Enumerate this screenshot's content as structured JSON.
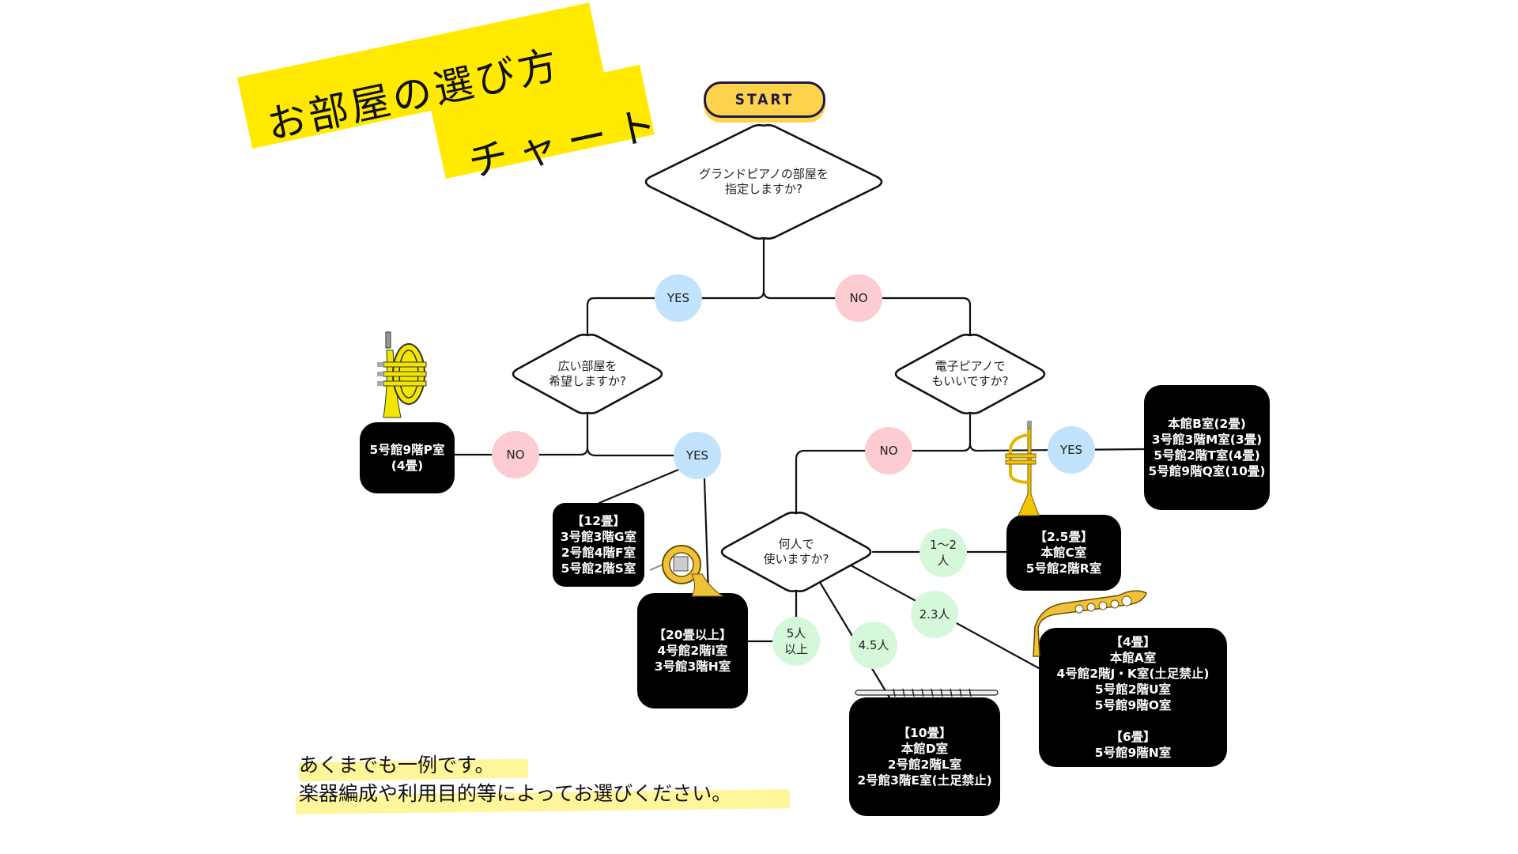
{
  "title": {
    "line1": "お部屋の選び方",
    "line2": "チャート",
    "banner_color": "#ffea00"
  },
  "start": {
    "label": "START",
    "color": "#fdd24d",
    "border": "#1d1b3f"
  },
  "questions": {
    "grand_piano": [
      "グランドピアノの部屋を",
      "指定しますか?"
    ],
    "large_room": [
      "広い部屋を",
      "希望しますか?"
    ],
    "electric_piano": [
      "電子ピアノで",
      "もいいですか?"
    ],
    "how_many": [
      "何人で",
      "使いますか?"
    ]
  },
  "answers": {
    "yes": "YES",
    "no": "NO",
    "people_1_2": [
      "1〜2",
      "人"
    ],
    "people_2_3": "2.3人",
    "people_4_5": "4.5人",
    "people_5_plus": [
      "5人",
      "以上"
    ]
  },
  "answer_colors": {
    "yes": "#c2e3fc",
    "no": "#fdcbd2",
    "count": "#d5f8db"
  },
  "results": {
    "p_room": [
      "5号館9階P室",
      "(4畳)"
    ],
    "electric": [
      "本館B室(2畳)",
      "3号館3階M室(3畳)",
      "5号館2階T室(4畳)",
      "5号館9階Q室(10畳)"
    ],
    "twelve": [
      "【12畳】",
      "3号館3階G室",
      "2号館4階F室",
      "5号館2階S室"
    ],
    "twenty": [
      "【20畳以上】",
      "4号館2階i室",
      "3号館3階H室"
    ],
    "two_half": [
      "【2.5畳】",
      "本館C室",
      "5号館2階R室"
    ],
    "ten": [
      "【10畳】",
      "本館D室",
      "2号館2階L室",
      "2号館3階E室(土足禁止)"
    ],
    "four_six": [
      "【4畳】",
      "本館A室",
      "4号館2階J・K室(土足禁止)",
      "5号館2階U室",
      "5号館9階O室",
      "",
      "【6畳】",
      "5号館9階N室"
    ]
  },
  "note": {
    "line1": "あくまでも一例です。",
    "line2": "楽器編成や利用目的等によってお選びください。",
    "highlight_color": "#fff59a"
  },
  "illustrations": [
    "pocket-trumpet-icon",
    "french-horn-icon",
    "trumpet-icon",
    "saxophone-icon",
    "flute-icon"
  ]
}
